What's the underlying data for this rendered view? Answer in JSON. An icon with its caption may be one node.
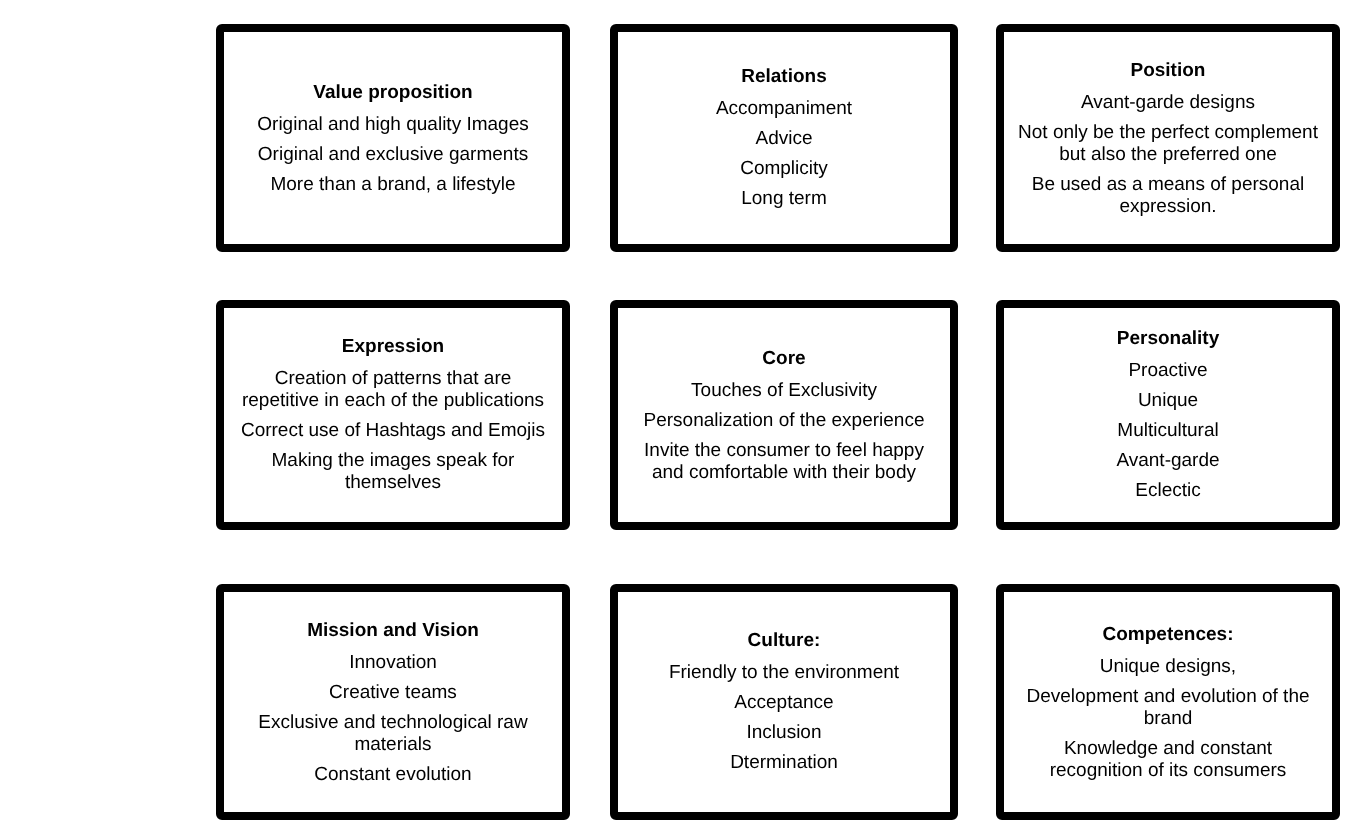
{
  "diagram": {
    "nodes": [
      {
        "text": [
          "Value proposition",
          "Original and high quality Images",
          "Original and exclusive garments",
          "More than a brand, a lifestyle"
        ]
      },
      {
        "text": [
          "Relations",
          "Accompaniment",
          "Advice",
          "Complicity",
          "Long term"
        ]
      },
      {
        "text": [
          "Position",
          "Avant-garde designs",
          "Not only be the perfect complement but also the preferred one",
          "Be used as a means of personal expression."
        ]
      },
      {
        "text": [
          "Expression",
          "Creation of patterns that are repetitive in each of the publications",
          "Correct use of Hashtags and Emojis",
          "Making the images speak for themselves"
        ]
      },
      {
        "text": [
          "Core",
          "Touches of Exclusivity",
          "Personalization of the experience",
          "Invite the consumer to feel happy and comfortable with their body"
        ]
      },
      {
        "text": [
          "Personality",
          "Proactive",
          "Unique",
          "Multicultural",
          "Avant-garde",
          "Eclectic"
        ]
      },
      {
        "text": [
          "Mission and Vision",
          "Innovation",
          "Creative teams",
          "Exclusive and technological raw materials",
          "Constant evolution"
        ]
      },
      {
        "text": [
          "Culture:",
          "Friendly to the environment",
          "Acceptance",
          "Inclusion",
          "Dtermination"
        ]
      },
      {
        "text": [
          "Competences:",
          "Unique designs,",
          "Development and evolution of the brand",
          "Knowledge and constant recognition of its consumers"
        ]
      }
    ]
  }
}
